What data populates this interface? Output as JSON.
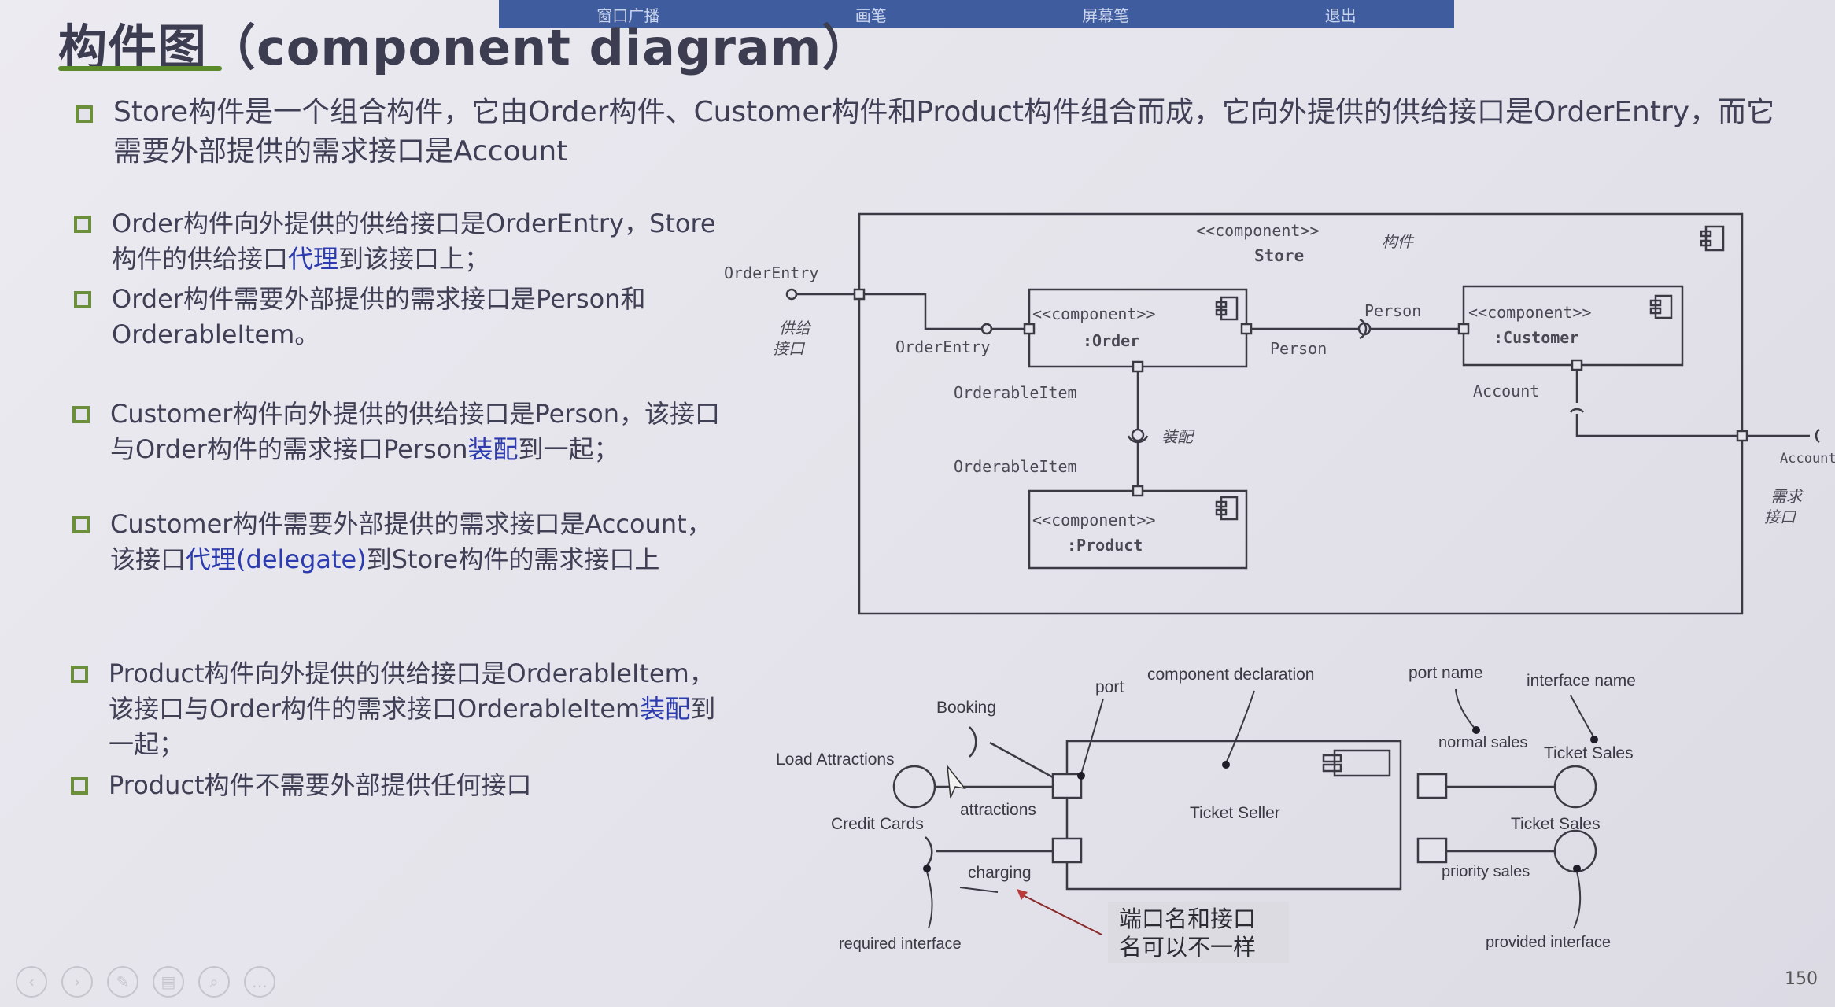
{
  "topbar": {
    "items": [
      "窗口广播",
      "画笔",
      "屏幕笔",
      "退出"
    ]
  },
  "title": "构件图（component diagram）",
  "bullets": {
    "b1": "Store构件是一个组合构件，它由Order构件、Customer构件和Product构件组合而成，它向外提供的供给接口是OrderEntry，而它需要外部提供的需求接口是Account",
    "b2_plain": "Order构件向外提供的供给接口是OrderEntry，Store构件的供给接口",
    "b2_blue": "代理",
    "b2_tail": "到该接口上；",
    "b3": "Order构件需要外部提供的需求接口是Person和OrderableItem。",
    "b4_plain": "Customer构件向外提供的供给接口是Person，该接口与Order构件的需求接口Person",
    "b4_blue": "装配",
    "b4_tail": "到一起；",
    "b5_plain": "Customer构件需要外部提供的需求接口是Account，该接口",
    "b5_blue": "代理(delegate)",
    "b5_tail": "到Store构件的需求接口上",
    "b6_plain": "Product构件向外提供的供给接口是OrderableItem，该接口与Order构件的需求接口OrderableItem",
    "b6_blue": "装配",
    "b6_tail": "到一起；",
    "b7": "Product构件不需要外部提供任何接口"
  },
  "diagram1": {
    "stereotype": "<<component>>",
    "store_name": "Store",
    "store_note": "构件",
    "order_name": ":Order",
    "customer_name": ":Customer",
    "product_name": ":Product",
    "order_entry_outer": "OrderEntry",
    "order_entry_inner": "OrderEntry",
    "provided_note_1": "供给",
    "provided_note_2": "接口",
    "person_top": "Person",
    "person_bottom": "Person",
    "orderable_top": "OrderableItem",
    "orderable_bottom": "OrderableItem",
    "assembly_note": "装配",
    "account_inner": "Account",
    "account_outer": "Account",
    "required_note_1": "需求",
    "required_note_2": "接口"
  },
  "diagram2": {
    "booking": "Booking",
    "port": "port",
    "component_declaration": "component declaration",
    "port_name": "port name",
    "interface_name": "interface name",
    "load_attractions": "Load Attractions",
    "attractions": "attractions",
    "credit_cards": "Credit Cards",
    "charging": "charging",
    "ticket_seller": "Ticket Seller",
    "normal_sales": "normal sales",
    "ticket_sales_top": "Ticket Sales",
    "ticket_sales_bottom": "Ticket Sales",
    "priority_sales": "priority sales",
    "required_interface": "required interface",
    "provided_interface": "provided interface",
    "callout_line1": "端口名和接口",
    "callout_line2": "名可以不一样"
  },
  "page_number": "150",
  "colors": {
    "accent_green": "#6c8f3c",
    "link_blue": "#2c3bb0",
    "topbar": "#3f5d9e"
  }
}
